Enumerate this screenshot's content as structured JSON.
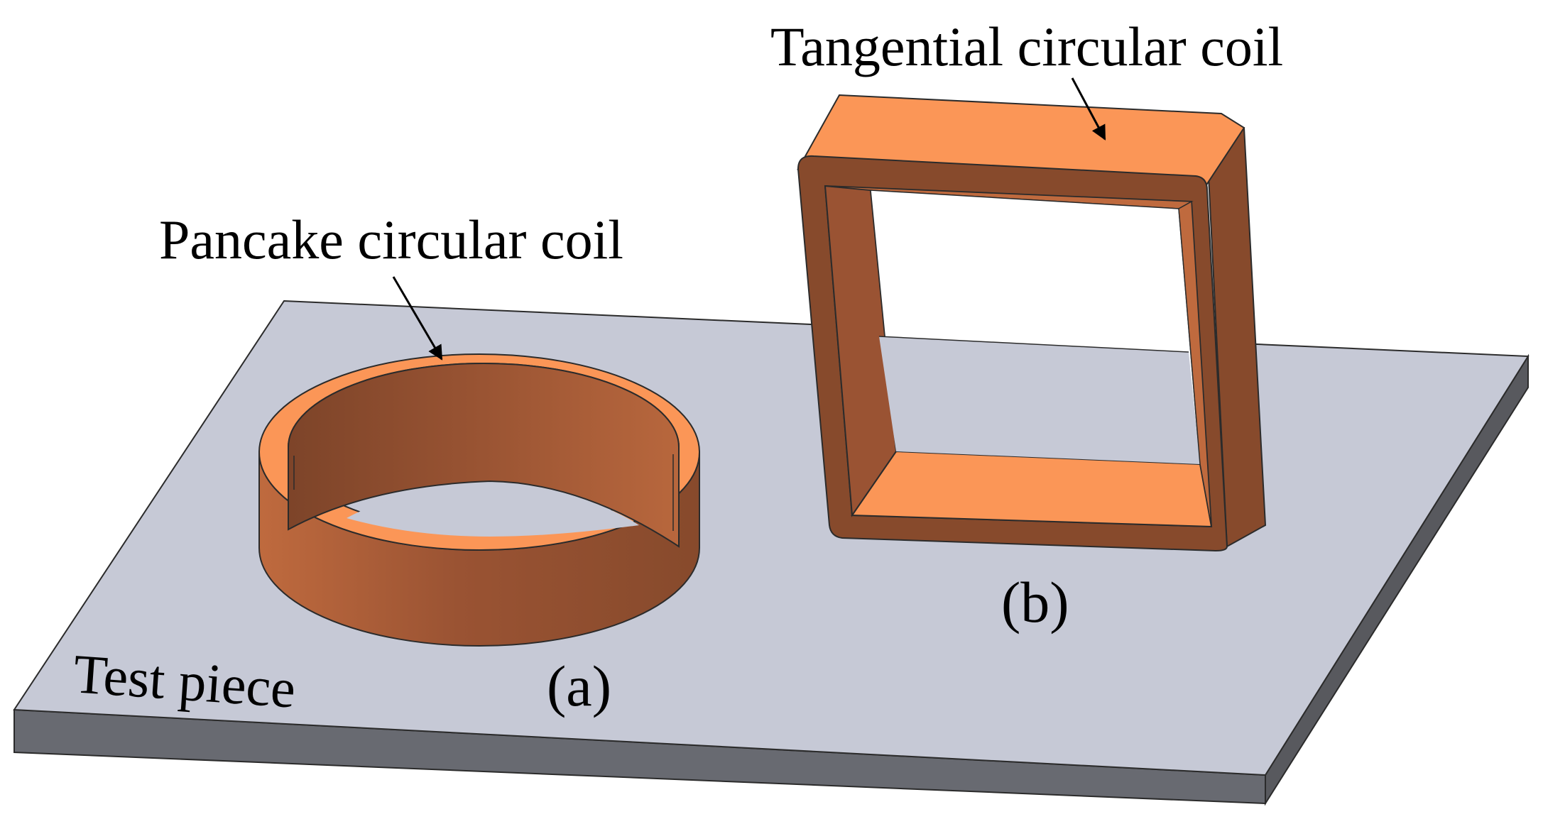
{
  "figure": {
    "labels": {
      "tangential_coil": "Tangential circular coil",
      "pancake_coil": "Pancake circular coil",
      "test_piece": "Test piece",
      "panel_a": "(a)",
      "panel_b": "(b)"
    },
    "colors": {
      "background": "#ffffff",
      "plate_top": "#c6c9d6",
      "plate_front": "#686a71",
      "plate_side": "#58595e",
      "coil_light": "#fb9657",
      "coil_mid": "#bf6a3e",
      "coil_dark": "#874a2c",
      "edge": "#2b2b2b",
      "arrow": "#000000"
    }
  }
}
